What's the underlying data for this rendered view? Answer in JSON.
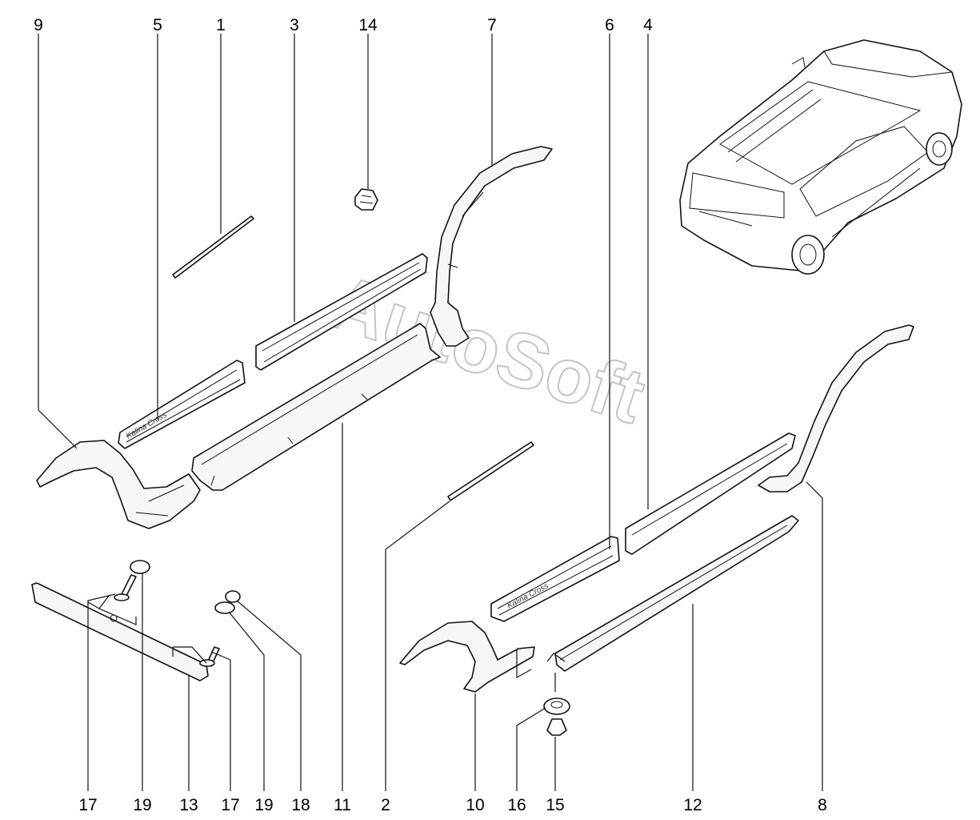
{
  "watermark": "AutoSoft",
  "callouts": {
    "top": [
      "9",
      "5",
      "1",
      "3",
      "14",
      "7",
      "6",
      "4"
    ],
    "bottom": [
      "17",
      "19",
      "13",
      "17",
      "19",
      "18",
      "11",
      "2",
      "10",
      "16",
      "15",
      "12",
      "8"
    ]
  },
  "emblems": {
    "left": "Kalina Cross",
    "right": "Kalina Cross"
  }
}
